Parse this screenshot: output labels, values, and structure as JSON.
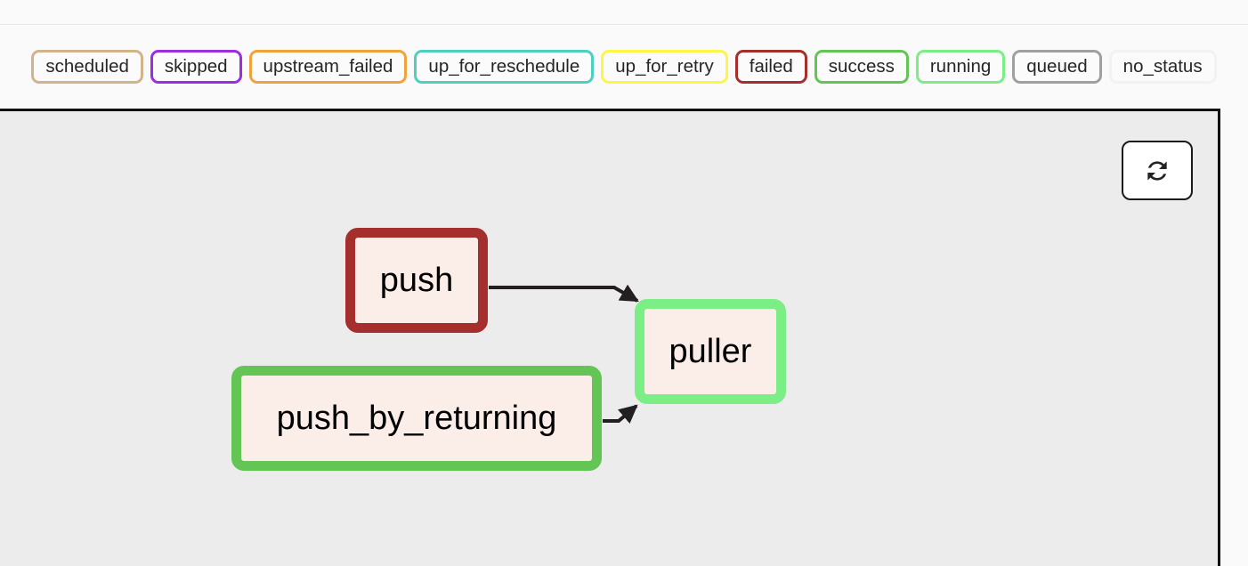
{
  "legend": {
    "name": "task-status-legend",
    "items": [
      {
        "label": "scheduled",
        "color": "#D2B48C"
      },
      {
        "label": "skipped",
        "color": "#9B2FE0"
      },
      {
        "label": "upstream_failed",
        "color": "#F0A33B"
      },
      {
        "label": "up_for_reschedule",
        "color": "#4DD0C0"
      },
      {
        "label": "up_for_retry",
        "color": "#FDF648"
      },
      {
        "label": "failed",
        "color": "#A52F2C"
      },
      {
        "label": "success",
        "color": "#62C554"
      },
      {
        "label": "running",
        "color": "#7BEE86"
      },
      {
        "label": "queued",
        "color": "#A0A0A0"
      },
      {
        "label": "no_status",
        "color": "#F2F2F2"
      }
    ]
  },
  "graph": {
    "refresh_button": {
      "label": "",
      "icon": "refresh-icon",
      "tooltip": "Refresh"
    },
    "background": "#ececec",
    "nodes": [
      {
        "id": "push",
        "label": "push",
        "status": "failed",
        "border_color": "#A52F2C",
        "fill": "#fbeee9"
      },
      {
        "id": "push_by_returning",
        "label": "push_by_returning",
        "status": "success",
        "border_color": "#62C554",
        "fill": "#fbeee9"
      },
      {
        "id": "puller",
        "label": "puller",
        "status": "running",
        "border_color": "#7BEE86",
        "fill": "#fbeee9"
      }
    ],
    "edges": [
      {
        "from": "push",
        "to": "puller"
      },
      {
        "from": "push_by_returning",
        "to": "puller"
      }
    ]
  }
}
